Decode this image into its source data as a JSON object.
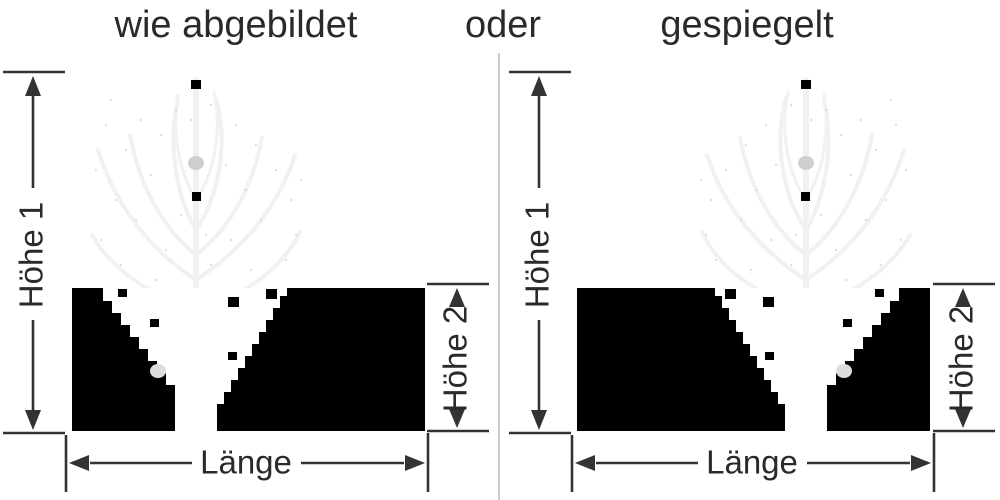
{
  "titles": {
    "option_left": "wie abgebildet",
    "connector": "oder",
    "option_right": "gespiegelt"
  },
  "dimension_labels": {
    "height1": "Höhe 1",
    "height2": "Höhe 2",
    "length": "Länge"
  },
  "diagrams": [
    {
      "title": "wie abgebildet",
      "mirrored": false
    },
    {
      "title": "gespiegelt",
      "mirrored": true
    }
  ],
  "colors": {
    "dimension_lines": "#333333",
    "label_text": "#2a2a2a",
    "silhouette_black": "#000000",
    "divider_gray": "#cccccc",
    "plant_faint": "#f1f1f2",
    "background": "#ffffff"
  }
}
